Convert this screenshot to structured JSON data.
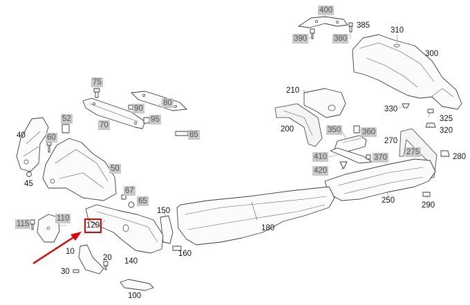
{
  "labels": {
    "l400": "400",
    "l385": "385",
    "l390": "390",
    "l380": "380",
    "l310": "310",
    "l300": "300",
    "l75": "75",
    "l80": "80",
    "l90": "90",
    "l95": "95",
    "l85": "85",
    "l70": "70",
    "l210": "210",
    "l330": "330",
    "l325": "325",
    "l320": "320",
    "l52": "52",
    "l40": "40",
    "l60": "60",
    "l45": "45",
    "l50": "50",
    "l200": "200",
    "l350": "350",
    "l360": "360",
    "l270": "270",
    "l275": "275",
    "l280": "280",
    "l410": "410",
    "l370": "370",
    "l420": "420",
    "l67": "67",
    "l65": "65",
    "l150": "150",
    "l250": "250",
    "l290": "290",
    "l115": "115",
    "l110": "110",
    "l120": "120",
    "l180": "180",
    "l10": "10",
    "l20": "20",
    "l140": "140",
    "l160": "160",
    "l30": "30",
    "l100": "100"
  },
  "colors": {
    "highlight": "#e00000",
    "callout_bg": "#c9c9c9",
    "line": "#3a3a3a"
  }
}
